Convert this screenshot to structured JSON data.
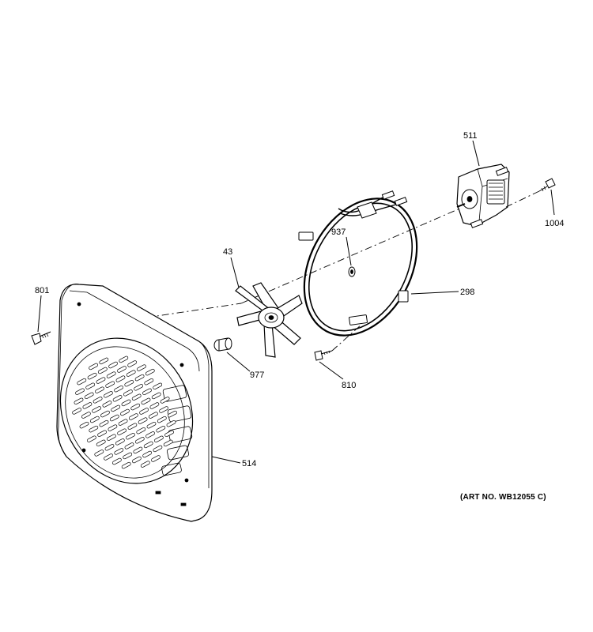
{
  "diagram": {
    "callouts": {
      "p511": "511",
      "p1004": "1004",
      "p937": "937",
      "p43": "43",
      "p298": "298",
      "p801": "801",
      "p977": "977",
      "p810": "810",
      "p514": "514"
    },
    "art_number": "(ART NO. WB12055 C)"
  }
}
